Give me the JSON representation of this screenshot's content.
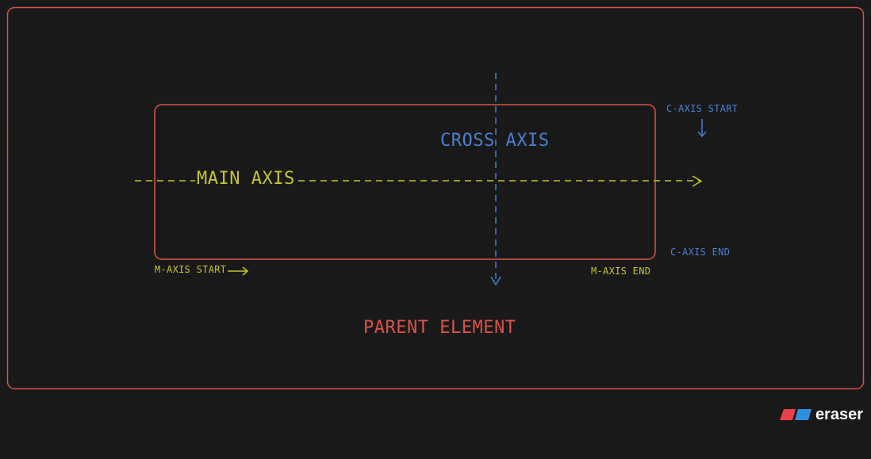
{
  "colors": {
    "background": "#191919",
    "parent": "#d9534a",
    "main_axis": "#c5c52c",
    "cross_axis": "#4a7fd6",
    "logo_red": "#e8404d",
    "logo_blue": "#2e8fe0",
    "logo_text": "#ffffff"
  },
  "labels": {
    "parent_element": "PARENT ELEMENT",
    "main_axis": "MAIN AXIS",
    "cross_axis": "CROSS AXIS",
    "c_axis_start": "C-AXIS START",
    "c_axis_end": "C-AXIS END",
    "m_axis_start": "M-AXIS START",
    "m_axis_end": "M-AXIS END"
  },
  "logo": {
    "text": "eraser",
    "icon": "eraser-logo-icon"
  }
}
